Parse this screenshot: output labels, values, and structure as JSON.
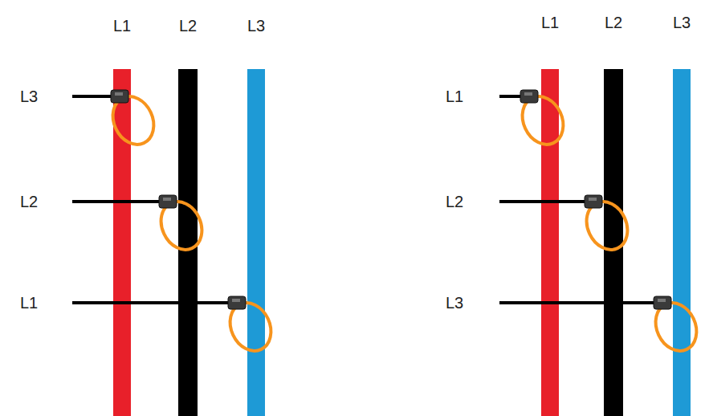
{
  "diagram": {
    "labels": [
      "L1",
      "L2",
      "L3",
      "L3",
      "L2",
      "L1",
      "L1",
      "L2",
      "L3",
      "L1",
      "L2",
      "L3"
    ]
  }
}
